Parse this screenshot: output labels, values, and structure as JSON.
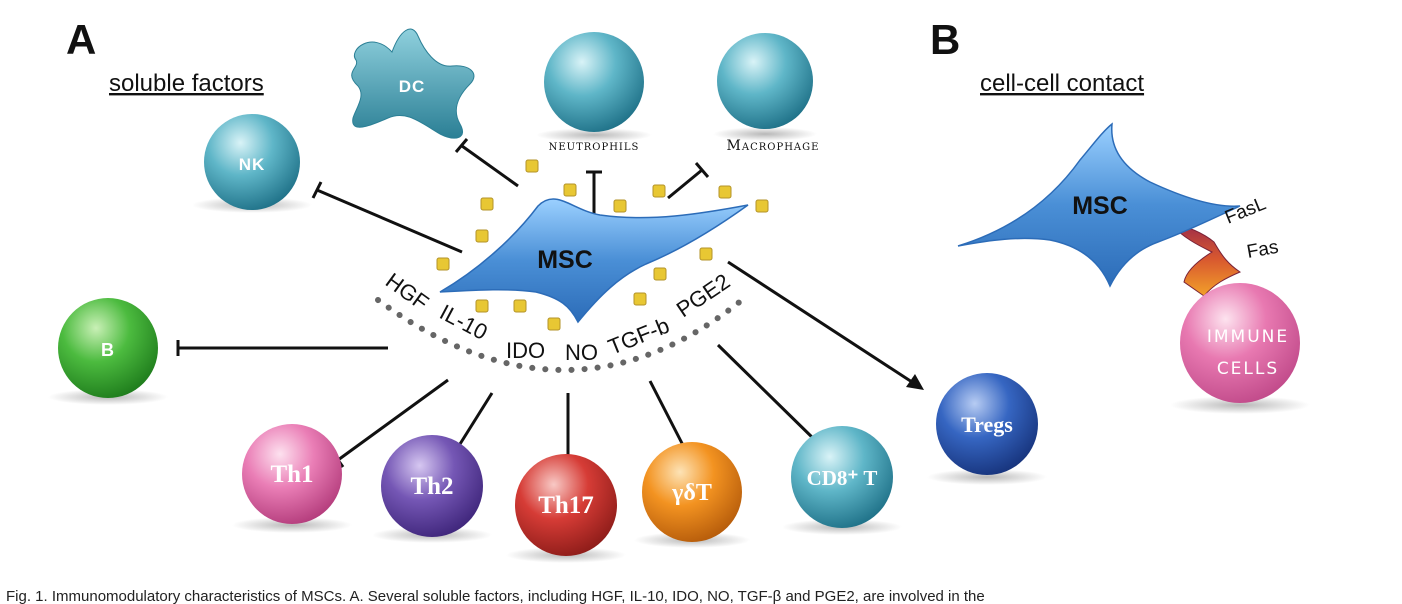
{
  "panels": {
    "a": "A",
    "b": "B"
  },
  "headings": {
    "a": "soluble factors",
    "b": "cell-cell contact"
  },
  "cells": {
    "dc": "DC",
    "nk": "NK",
    "neutrophils": "neutrophils",
    "macrophage": "Macrophage",
    "b": "B",
    "th1": "Th1",
    "th2": "Th2",
    "th17": "Th17",
    "gdt": "γδT",
    "cd8": "CD8⁺ T",
    "tregs": "Tregs",
    "immune_line1": "IMMUNE",
    "immune_line2": "CELLS"
  },
  "msc": {
    "a": "MSC",
    "b": "MSC"
  },
  "factors": [
    "HGF",
    "IL-10",
    "IDO",
    "NO",
    "TGF-b",
    "PGE2"
  ],
  "contact": {
    "ligand": "FasL",
    "receptor": "Fas"
  },
  "caption": "Fig. 1. Immunomodulatory characteristics of MSCs. A. Several soluble factors, including HGF, IL-10, IDO, NO, TGF-β and PGE2, are involved in the",
  "colors": {
    "teal": "#3aa3b8",
    "msc_blue": "#4a8fd6",
    "green": "#3fae3a",
    "pink": "#e56aa8",
    "purple": "#6b4aa8",
    "red": "#c9302c",
    "orange": "#f0891c",
    "navy": "#2a57b0",
    "granule": "#e8c733"
  }
}
